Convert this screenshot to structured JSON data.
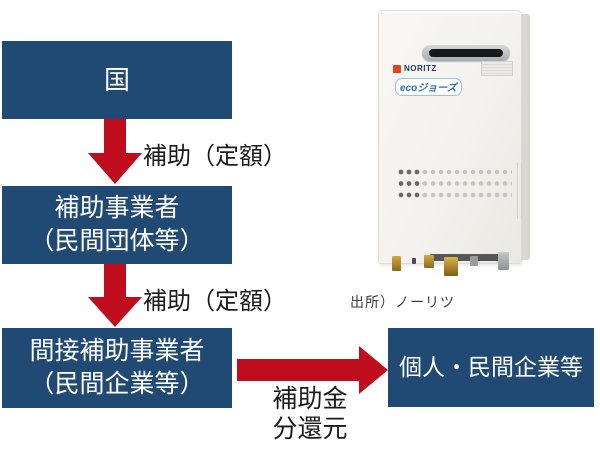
{
  "flow": {
    "box1": {
      "label": "国"
    },
    "box2": {
      "line1": "補助事業者",
      "line2": "（民間団体等）"
    },
    "box3": {
      "line1": "間接補助事業者",
      "line2": "（民間企業等）"
    },
    "box4": {
      "label": "個人・民間企業等"
    },
    "arrow1_label": "補助（定額）",
    "arrow2_label": "補助（定額）",
    "arrow3_label_line1": "補助金",
    "arrow3_label_line2": "分還元"
  },
  "product": {
    "brand": "NORITZ",
    "eco_logo": "ecoジョーズ",
    "source_caption": "出所）ノーリツ"
  },
  "colors": {
    "box_blue": "#204A73",
    "arrow_red": "#C00D1D",
    "box_text": "#FFFFFF",
    "label_text": "#1B1B1B",
    "brand_red": "#E8401C",
    "eco_blue": "#2B6FC0"
  }
}
